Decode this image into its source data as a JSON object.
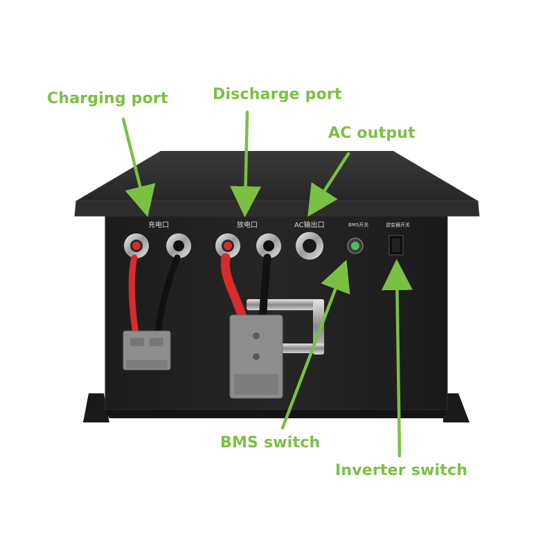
{
  "callouts": {
    "charging_port": "Charging port",
    "discharge_port": "Discharge port",
    "ac_output": "AC output",
    "bms_switch": "BMS switch",
    "inverter_switch": "Inverter switch"
  },
  "panel_labels": {
    "charging": "充电口",
    "discharge": "放电口",
    "ac": "AC输出口",
    "bms": "BMS开关",
    "inverter": "逆变器开关"
  },
  "colors": {
    "callout_green": "#7ac143",
    "case_black": "#1e1e1e",
    "red_cable": "#d92b2b",
    "connector_grey": "#8d8d8d"
  }
}
